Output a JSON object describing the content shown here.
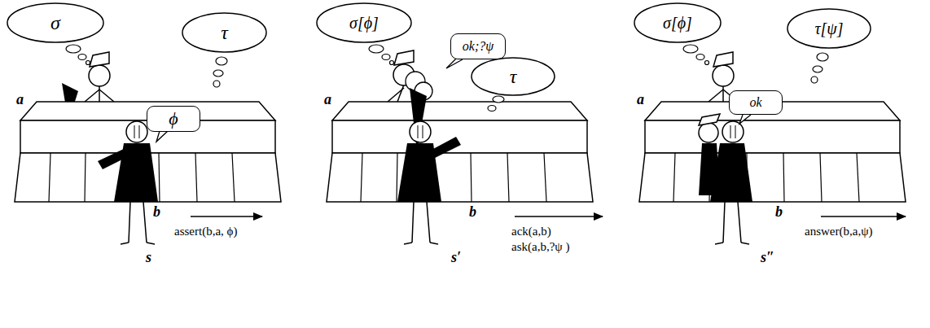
{
  "diagram": {
    "nodes": [
      {
        "text": [
          "σ"
        ]
      },
      {
        "text": [
          "τ"
        ]
      },
      {
        "text": [
          "ϕ"
        ]
      },
      {
        "text": [
          "σ[ϕ]"
        ]
      },
      {
        "text": [
          "ok;?ψ"
        ]
      },
      {
        "text": [
          "τ"
        ]
      },
      {
        "text": [
          "σ[ϕ]"
        ]
      },
      {
        "text": [
          "τ[ψ]"
        ]
      },
      {
        "text": [
          "ok"
        ]
      }
    ],
    "labels": [
      "a",
      "b",
      "assert(b,a, ϕ)",
      "s",
      "a",
      "b",
      "ack(a,b)",
      "ask(a,b,?ψ )",
      "s′",
      "a",
      "b",
      "answer(b,a,ψ)",
      "s″"
    ]
  }
}
